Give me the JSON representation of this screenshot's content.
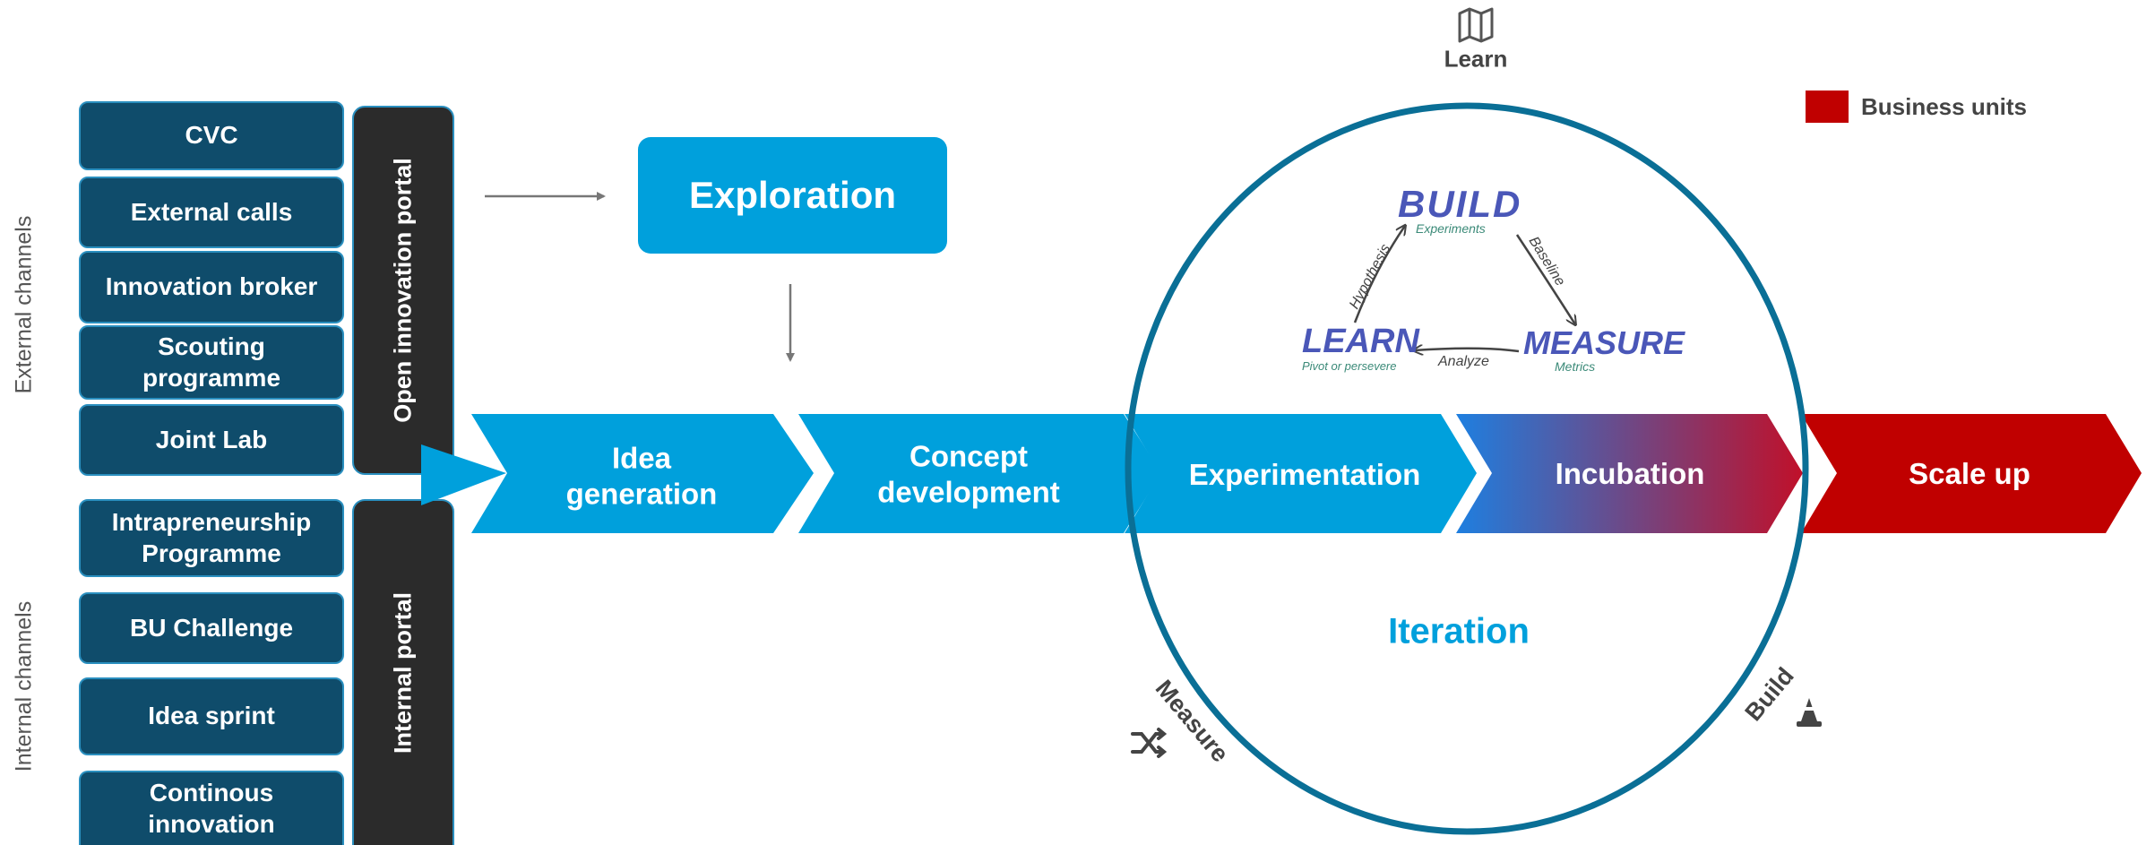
{
  "channels": {
    "external_label": "External channels",
    "internal_label": "Internal channels",
    "external": [
      "CVC",
      "External calls",
      "Innovation broker",
      "Scouting\nprogramme",
      "Joint Lab"
    ],
    "internal": [
      "Intrapreneurship\nProgramme",
      "BU Challenge",
      "Idea sprint",
      "Continous\ninnovation"
    ]
  },
  "portals": {
    "open": "Open innovation portal",
    "internal": "Internal portal"
  },
  "exploration": "Exploration",
  "pipeline": {
    "steps": [
      "Idea\ngeneration",
      "Concept\ndevelopment",
      "Experimentation",
      "Incubation",
      "Scale up"
    ]
  },
  "iteration": {
    "label": "Iteration",
    "learn": "Learn",
    "measure": "Measure",
    "build": "Build"
  },
  "cycle_sketch": {
    "build": "BUILD",
    "build_sub": "Experiments",
    "measure": "MEASURE",
    "measure_sub": "Metrics",
    "learn": "LEARN",
    "learn_sub": "Pivot or persevere",
    "hypothesis": "Hypothesis",
    "baseline": "Baseline",
    "analyze": "Analyze"
  },
  "legend": {
    "label": "Business units",
    "color": "#c00000"
  },
  "colors": {
    "channel_box": "#0f4c6b",
    "portal": "#2b2b2b",
    "accent": "#00a0dc",
    "ellipse": "#0a6f96",
    "scale_up": "#c00000"
  },
  "icons": {
    "learn": "map-icon",
    "measure": "shuffle-icon",
    "build": "cone-icon"
  }
}
